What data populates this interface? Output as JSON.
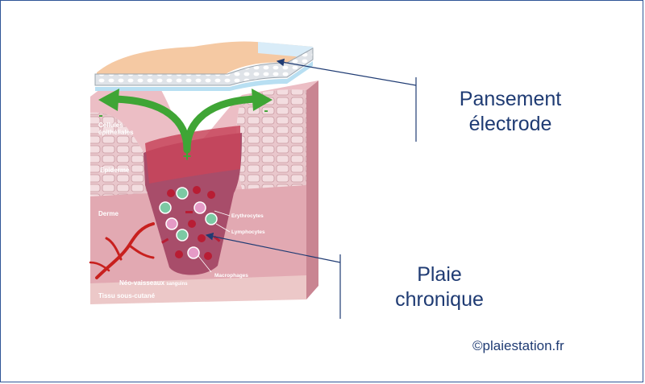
{
  "callouts": {
    "dressing_line1": "Pansement",
    "dressing_line2": "électrode",
    "wound_line1": "Plaie",
    "wound_line2": "chronique"
  },
  "layers": {
    "epithelial_line1": "Cellules",
    "epithelial_line2": "épithéliales",
    "epidermis": "Epiderme",
    "dermis": "Derme",
    "neovessels": "Néo-vaisseaux",
    "neovessels_suffix": "sanguins",
    "subcutaneous": "Tissu sous-cutané"
  },
  "cells": {
    "erythrocytes": "Erythrocytes",
    "lymphocytes": "Lymphocytes",
    "macrophages": "Macrophages"
  },
  "polarity": {
    "plus": "+",
    "minus": "-"
  },
  "credit": "©plaiestation.fr",
  "colors": {
    "border": "#2f5597",
    "text": "#1f3b73",
    "arrow": "#3fa535",
    "skin": "#d99aa6",
    "wound": "#a84d6a",
    "vessel": "#c8201e"
  }
}
